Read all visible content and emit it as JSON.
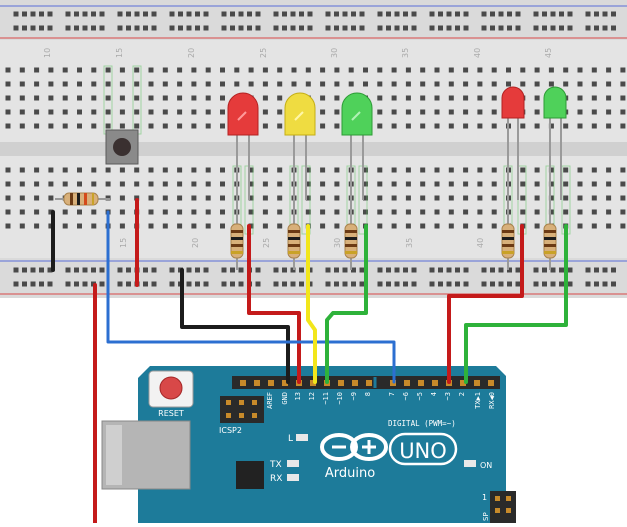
{
  "breadboard": {
    "column_numbers_top": [
      "10",
      "15",
      "20",
      "25",
      "30",
      "35",
      "40",
      "45"
    ],
    "column_numbers_bottom": [
      "15",
      "20",
      "25",
      "30",
      "35",
      "40",
      "45"
    ]
  },
  "board": {
    "reset_label": "RESET",
    "icsp2_label": "ICSP2",
    "aref_label": "AREF",
    "gnd_label": "GND",
    "pin_13": "13",
    "pin_12": "12",
    "pin_11": "~11",
    "pin_10": "~10",
    "pin_9": "~9",
    "pin_8": "8",
    "pin_7": "7",
    "pin_6": "~6",
    "pin_5": "~5",
    "pin_4": "4",
    "pin_3": "~3",
    "pin_2": "2",
    "pin_tx": "TX▶1",
    "pin_rx": "RX◀0",
    "digital_label": "DIGITAL (PWM=~)",
    "l_label": "L",
    "tx_label": "TX",
    "rx_label": "RX",
    "on_label": "ON",
    "brand_label": "Arduino",
    "model_label": "UNO",
    "icsp_number": "1",
    "icsp_side_label": "SP",
    "colors": {
      "board": "#1d7b9a",
      "breadboard": "#e3e3e3",
      "led_red": "#e53b3b",
      "led_yellow": "#efdc41",
      "led_green": "#4fd15a"
    }
  },
  "wires": {
    "red": "#c41a1a",
    "black": "#1c1c1c",
    "blue": "#2c6fd1",
    "yellow": "#f2e61b",
    "green": "#2eb23a"
  }
}
